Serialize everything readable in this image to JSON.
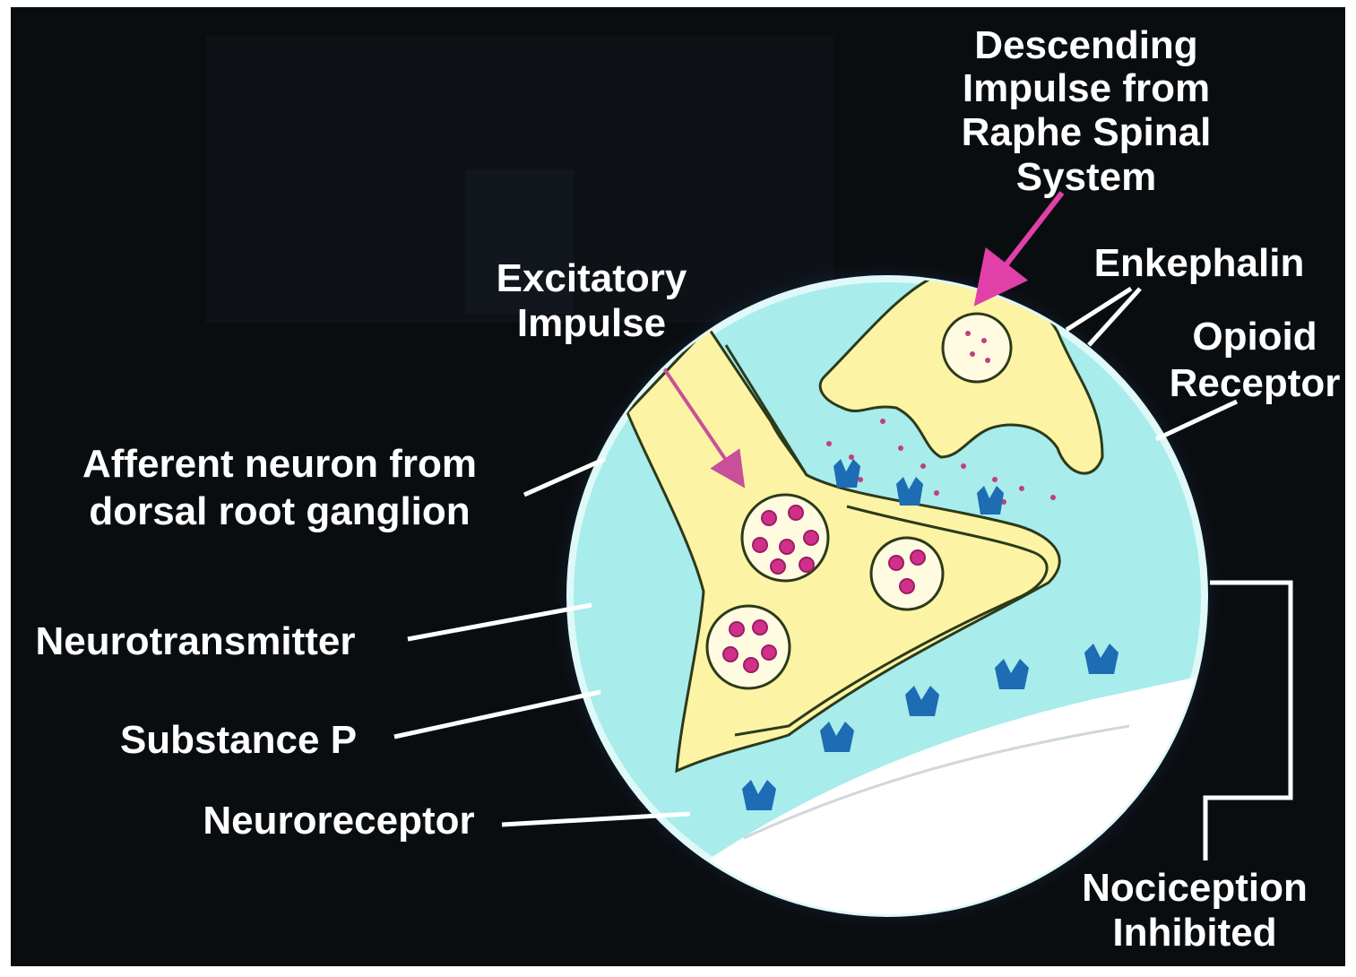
{
  "labels": {
    "descending_1": "Descending",
    "descending_2": "Impulse from",
    "descending_3": "Raphe Spinal",
    "descending_4": "System",
    "enkephalin": "Enkephalin",
    "opioid_1": "Opioid",
    "opioid_2": "Receptor",
    "excitatory_1": "Excitatory",
    "excitatory_2": "Impulse",
    "afferent_1": "Afferent neuron from",
    "afferent_2": "dorsal root ganglion",
    "neurotransmitter": "Neurotransmitter",
    "substance_p": "Substance P",
    "neuroreceptor": "Neuroreceptor",
    "nociception_1": "Nociception",
    "nociception_2": "Inhibited"
  },
  "colors": {
    "background": "#0a0d10",
    "circle_fill": "#a8ecec",
    "circle_glow": "#2a5a9a",
    "neuron_fill": "#fcf4a4",
    "neuron_light": "#fffbe0",
    "vesicle_dot": "#d0308a",
    "receptor": "#1e6cb4",
    "arrow": "#e040a8",
    "label_text": "#ffffff"
  }
}
